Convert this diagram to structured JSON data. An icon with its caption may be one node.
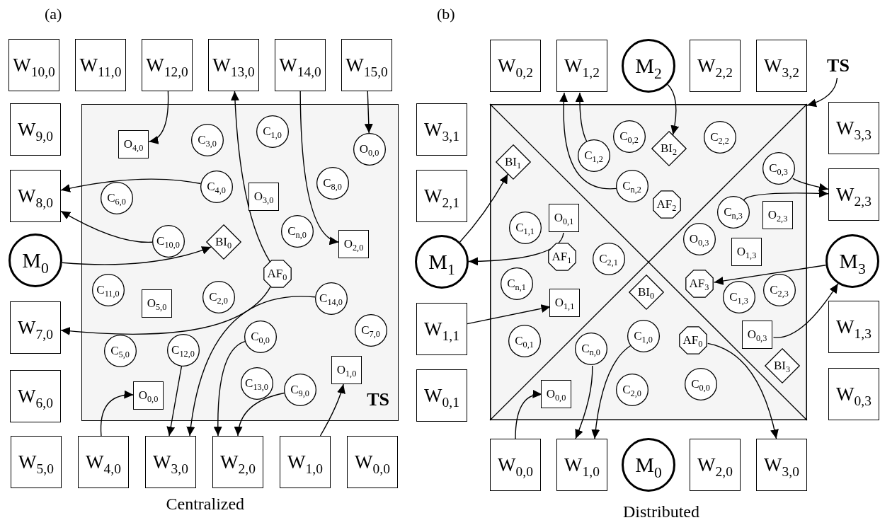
{
  "diagram": {
    "nodes": [
      {
        "text": [
          "TS"
        ]
      },
      {
        "text": [
          "W$_{10,0}$"
        ]
      },
      {
        "text": [
          "W$_{11,0}$"
        ]
      },
      {
        "text": [
          "W$_{12,0}$"
        ]
      },
      {
        "text": [
          "W$_{13,0}$"
        ]
      },
      {
        "text": [
          "W$_{14,0}$"
        ]
      },
      {
        "text": [
          "W$_{15,0}$"
        ]
      },
      {
        "text": [
          "W$_{9,0}$"
        ]
      },
      {
        "text": [
          "W$_{8,0}$"
        ]
      },
      {
        "text": [
          "M$_{0}$"
        ]
      },
      {
        "text": [
          "W$_{7,0}$"
        ]
      },
      {
        "text": [
          "W$_{6,0}$"
        ]
      },
      {
        "text": [
          "W$_{5,0}$"
        ]
      },
      {
        "text": [
          "W$_{4,0}$"
        ]
      },
      {
        "text": [
          "W$_{3,0}$"
        ]
      },
      {
        "text": [
          "W$_{2,0}$"
        ]
      },
      {
        "text": [
          "W$_{1,0}$"
        ]
      },
      {
        "text": [
          "W$_{0,0}$"
        ]
      },
      {
        "text": [
          "O$_{4,0}$"
        ],
        "in": 0
      },
      {
        "text": [
          "C$_{3,0}$"
        ],
        "in": 0
      },
      {
        "text": [
          "C$_{1,0}$"
        ],
        "in": 0
      },
      {
        "text": [
          "O$_{0,0}$"
        ],
        "in": 0
      },
      {
        "text": [
          "C$_{4,0}$"
        ],
        "in": 0
      },
      {
        "text": [
          "C$_{8,0}$"
        ],
        "in": 0
      },
      {
        "text": [
          "C$_{6,0}$"
        ],
        "in": 0
      },
      {
        "text": [
          "O$_{3,0}$"
        ],
        "in": 0
      },
      {
        "text": [
          "C$_{n,0}$"
        ],
        "in": 0
      },
      {
        "text": [
          "C$_{10,0}$"
        ],
        "in": 0
      },
      {
        "text": [
          "BI$_{0}$"
        ],
        "in": 0
      },
      {
        "text": [
          "O$_{2,0}$"
        ],
        "in": 0
      },
      {
        "text": [
          "AF$_{0}$"
        ],
        "in": 0
      },
      {
        "text": [
          "C$_{11,0}$"
        ],
        "in": 0
      },
      {
        "text": [
          "C$_{2,0}$"
        ],
        "in": 0
      },
      {
        "text": [
          "C$_{14,0}$"
        ],
        "in": 0
      },
      {
        "text": [
          "O$_{5,0}$"
        ],
        "in": 0
      },
      {
        "text": [
          "C$_{7,0}$"
        ],
        "in": 0
      },
      {
        "text": [
          "C$_{0,0}$"
        ],
        "in": 0
      },
      {
        "text": [
          "C$_{5,0}$"
        ],
        "in": 0
      },
      {
        "text": [
          "C$_{12,0}$"
        ],
        "in": 0
      },
      {
        "text": [
          "O$_{1,0}$"
        ],
        "in": 0
      },
      {
        "text": [
          "C$_{13,0}$"
        ],
        "in": 0
      },
      {
        "text": [
          "C$_{9,0}$"
        ],
        "in": 0
      },
      {
        "text": [
          "O$_{0,0}$"
        ],
        "in": 0
      },
      {
        "text": [
          "W$_{0,2}$"
        ]
      },
      {
        "text": [
          "W$_{1,2}$"
        ]
      },
      {
        "text": [
          "M$_{2}$"
        ]
      },
      {
        "text": [
          "W$_{2,2}$"
        ]
      },
      {
        "text": [
          "W$_{3,2}$"
        ]
      },
      {
        "text": [
          "TS"
        ]
      },
      {
        "text": [],
        "shape": "box"
      },
      {
        "text": [
          "W$_{3,1}$"
        ]
      },
      {
        "text": [
          "W$_{3,3}$"
        ]
      },
      {
        "text": [
          "W$_{2,1}$"
        ]
      },
      {
        "text": [
          "W$_{2,3}$"
        ]
      },
      {
        "text": [
          "M$_{1}$"
        ]
      },
      {
        "text": [
          "M$_{3}$"
        ]
      },
      {
        "text": [
          "W$_{1,1}$"
        ]
      },
      {
        "text": [
          "W$_{1,3}$"
        ]
      },
      {
        "text": [
          "W$_{0,1}$"
        ]
      },
      {
        "text": [
          "W$_{0,3}$"
        ]
      },
      {
        "text": [
          "W$_{0,0}$"
        ]
      },
      {
        "text": [
          "W$_{1,0}$"
        ]
      },
      {
        "text": [
          "M$_{0}$"
        ]
      },
      {
        "text": [
          "W$_{2,0}$"
        ]
      },
      {
        "text": [
          "W$_{3,0}$"
        ]
      },
      {
        "text": [
          "C$_{0,2}$"
        ],
        "in": 49
      },
      {
        "text": [
          "C$_{2,2}$"
        ],
        "in": 49
      },
      {
        "text": [
          "BI$_{2}$"
        ],
        "in": 49
      },
      {
        "text": [
          "C$_{1,2}$"
        ],
        "in": 49
      },
      {
        "text": [
          "BI$_{1}$"
        ],
        "in": 49
      },
      {
        "text": [
          "C$_{0,3}$"
        ],
        "in": 49
      },
      {
        "text": [
          "C$_{n,2}$"
        ],
        "in": 49
      },
      {
        "text": [
          "AF$_{2}$"
        ],
        "in": 49
      },
      {
        "text": [
          "C$_{n,3}$"
        ],
        "in": 49
      },
      {
        "text": [
          "O$_{2,3}$"
        ],
        "in": 49
      },
      {
        "text": [
          "O$_{0,1}$"
        ],
        "in": 49
      },
      {
        "text": [
          "C$_{1,1}$"
        ],
        "in": 49
      },
      {
        "text": [
          "O$_{0,3}$"
        ],
        "in": 49
      },
      {
        "text": [
          "O$_{1,3}$"
        ],
        "in": 49
      },
      {
        "text": [
          "AF$_{1}$"
        ],
        "in": 49
      },
      {
        "text": [
          "C$_{2,1}$"
        ],
        "in": 49
      },
      {
        "text": [
          "C$_{n,1}$"
        ],
        "in": 49
      },
      {
        "text": [
          "AF$_{3}$"
        ],
        "in": 49
      },
      {
        "text": [
          "C$_{2,3}$"
        ],
        "in": 49
      },
      {
        "text": [
          "BI$_{0}$"
        ],
        "in": 49
      },
      {
        "text": [
          "C$_{1,3}$"
        ],
        "in": 49
      },
      {
        "text": [
          "O$_{1,1}$"
        ],
        "in": 49
      },
      {
        "text": [
          "C$_{1,0}$"
        ],
        "in": 49
      },
      {
        "text": [
          "O$_{0,3}$"
        ],
        "in": 49
      },
      {
        "text": [
          "AF$_{0}$"
        ],
        "in": 49
      },
      {
        "text": [
          "C$_{0,1}$"
        ],
        "in": 49
      },
      {
        "text": [
          "C$_{n,0}$"
        ],
        "in": 49
      },
      {
        "text": [
          "BI$_{3}$"
        ],
        "in": 49
      },
      {
        "text": [
          "C$_{0,0}$"
        ],
        "in": 49
      },
      {
        "text": [
          "C$_{2,0}$"
        ],
        "in": 49
      },
      {
        "text": [
          "O$_{0,0}$"
        ],
        "in": 49
      }
    ],
    "edges": [
      {
        "from": 3,
        "to": 18,
        "arrow": "to"
      },
      {
        "from": 30,
        "to": 4,
        "arrow": "to"
      },
      {
        "from": 5,
        "to": 29,
        "arrow": "to"
      },
      {
        "from": 6,
        "to": 21,
        "arrow": "to"
      },
      {
        "from": 22,
        "to": 8,
        "arrow": "to"
      },
      {
        "from": 27,
        "to": 8,
        "arrow": "to"
      },
      {
        "from": 9,
        "to": 28,
        "arrow": "to"
      },
      {
        "from": 30,
        "to": 10,
        "arrow": "to"
      },
      {
        "from": 33,
        "to": 14,
        "arrow": "to"
      },
      {
        "from": 38,
        "to": 14,
        "arrow": "to"
      },
      {
        "from": 36,
        "to": 15,
        "arrow": "to"
      },
      {
        "from": 41,
        "to": 15,
        "arrow": "to"
      },
      {
        "from": 13,
        "to": 42,
        "arrow": "to"
      },
      {
        "from": 16,
        "to": 39,
        "arrow": "to"
      },
      {
        "from": 68,
        "to": 44,
        "arrow": "to"
      },
      {
        "from": 71,
        "to": 44,
        "arrow": "to"
      },
      {
        "from": 45,
        "to": 67,
        "arrow": "to"
      },
      {
        "from": 48,
        "to": 49,
        "arrow": "to"
      },
      {
        "from": 54,
        "to": 69,
        "arrow": "to"
      },
      {
        "from": 75,
        "to": 54,
        "arrow": "to"
      },
      {
        "from": 70,
        "to": 53,
        "arrow": "to"
      },
      {
        "from": 73,
        "to": 53,
        "arrow": "to"
      },
      {
        "from": 55,
        "to": 82,
        "arrow": "to"
      },
      {
        "from": 88,
        "to": 55,
        "arrow": "to"
      },
      {
        "from": 56,
        "to": 86,
        "arrow": "to"
      },
      {
        "from": 60,
        "to": 95,
        "arrow": "to"
      },
      {
        "from": 91,
        "to": 61,
        "arrow": "to"
      },
      {
        "from": 87,
        "to": 61,
        "arrow": "to"
      },
      {
        "from": 89,
        "to": 64,
        "arrow": "to"
      }
    ],
    "labels": [
      "(a)",
      "(b)",
      "Centralized",
      "Distributed"
    ]
  }
}
